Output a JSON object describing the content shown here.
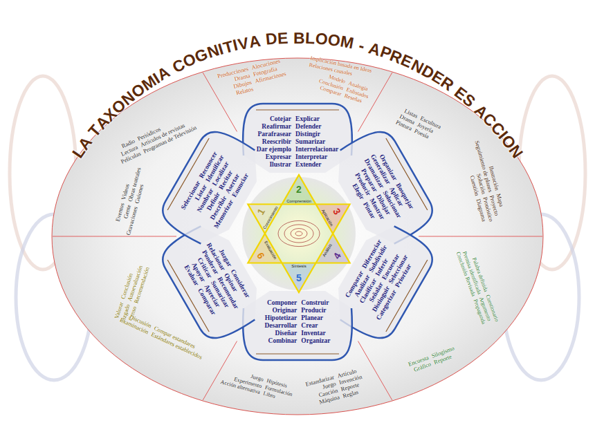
{
  "diagram": {
    "title": "LA TAXONOMIA COGNITIVA DE BLOOM - APRENDER ES ACCION",
    "nodes": [
      {
        "text": [
          "Cotejar",
          "Explicar",
          "Reafirmar",
          "Defender",
          "Parafrasear",
          "Distingir",
          "Reescribir",
          "Sumarizar",
          "Dar ejemplo",
          "Interrelacionar",
          "Expresar",
          "Interpretar",
          "Ilustrar",
          "Extender"
        ]
      },
      {
        "text": [
          "Organizar",
          "Bosquejar",
          "Generalizar",
          "Aplicar",
          "Dramatizar",
          "Solucionar",
          "Preparar",
          "Dibujar",
          "Producir",
          "Mostrar",
          "Elegir",
          "Pintar"
        ]
      },
      {
        "text": [
          "Comparar",
          "Diferenciar",
          "Analizar",
          "Subdividir",
          "Clasificar",
          "Inferir",
          "Señalar",
          "Encuestar",
          "Distinguir",
          "Seleccionar",
          "Categorizar",
          "Priorizar"
        ]
      },
      {
        "text": [
          "Componer",
          "Construir",
          "Originar",
          "Producir",
          "Hipotetizar",
          "Planear",
          "Desarrollar",
          "Crear",
          "Diseñar",
          "Inventar",
          "Combinar",
          "Organizar"
        ]
      },
      {
        "text": [
          "Juzgar",
          "Considerar",
          "Relacionar",
          "Opinar",
          "Ponderar",
          "Recomendar",
          "Criticar",
          "Sumarizar",
          "Apoyar",
          "Apreciar",
          "Evaluar",
          "Comparar"
        ]
      },
      {
        "text": [
          "Seleccionar",
          "Reconocer",
          "Listar",
          "Identificar",
          "Nombrar",
          "Localizar",
          "Definir",
          "Recitar",
          "Describir",
          "Asertar",
          "Memorizar",
          "Enunciar"
        ]
      },
      {
        "text": [
          "2",
          "Comprensión",
          "3",
          "Aplicación",
          "4",
          "Análisis",
          "5",
          "Síntesis",
          "6",
          "Evaluación",
          "1",
          "Conocimiento"
        ]
      }
    ],
    "labels": [
      "Producciones",
      "Alocuciones",
      "Drama",
      "Fotografía",
      "Dibujos",
      "Afirmaciones",
      "Relatos",
      "Implicación basada en Ideas",
      "Relaciones causales",
      "Modelo",
      "Analogía",
      "Conclusión",
      "Enlistados",
      "Comparar",
      "Reseñas",
      "Listas",
      "Escultura",
      "Drama",
      "Joyería",
      "Pintura",
      "Poesía",
      "Ilustración",
      "Mapa",
      "Seguimiento de planes",
      "Proyecto",
      "Solución",
      "Pronóstico",
      "Cuestión",
      "Diagrama",
      "Palabra definida",
      "Cuestionario",
      "Premisa identificada",
      "Argumento",
      "Conclusión Revisada",
      "Propaganda",
      "Encuesta",
      "Silogismo",
      "Gráfico",
      "Reporte",
      "Estandarizar",
      "Artículo",
      "Juego",
      "Invención",
      "Canción",
      "Reporte",
      "Máquina",
      "Reglas",
      "Juego",
      "Hipótesis",
      "Experimento",
      "Formulación",
      "Acción alternativa",
      "Libro",
      "Valorar",
      "Conclusión",
      "Juzgado",
      "Autoevaluación",
      "Censo",
      "Recomendación",
      "Discusión",
      "Compar estandares",
      "Examinación",
      "Estándares establecidos",
      "Eventos",
      "Videos",
      "Gente",
      "Obras teatrales",
      "Gravaciones",
      "Guiones",
      "Radio",
      "Periódicos",
      "Lectura",
      "Artículos de revistas",
      "Películas",
      "Programas de Televisión"
    ]
  }
}
